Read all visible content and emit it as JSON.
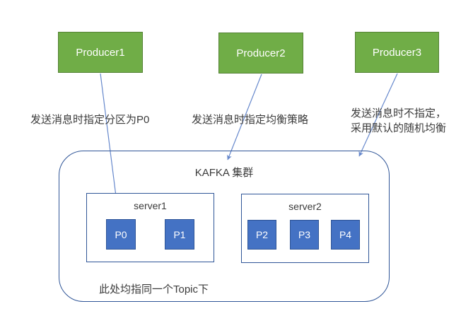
{
  "producers": [
    {
      "label": "Producer1"
    },
    {
      "label": "Producer2"
    },
    {
      "label": "Producer3"
    }
  ],
  "annotations": [
    {
      "text": "发送消息时指定分区为P0"
    },
    {
      "text": "发送消息时指定均衡策略"
    },
    {
      "line1": "发送消息时不指定，",
      "line2": "采用默认的随机均衡"
    }
  ],
  "cluster": {
    "title": "KAFKA 集群",
    "servers": [
      {
        "name": "server1",
        "partitions": [
          "P0",
          "P1"
        ]
      },
      {
        "name": "server2",
        "partitions": [
          "P2",
          "P3",
          "P4"
        ]
      }
    ],
    "note": "此处均指同一个Topic下"
  },
  "icons": {
    "arrow_1": "arrow-producer1-to-p0",
    "arrow_2": "arrow-producer2-to-cluster",
    "arrow_3": "arrow-producer3-to-cluster"
  },
  "colors": {
    "producer_fill": "#70AD47",
    "producer_border": "#548235",
    "partition_fill": "#4472C4",
    "partition_border": "#2F5597",
    "outline_blue": "#2F5597",
    "arrow_blue": "#6688CC",
    "text_dark": "#3B3B3B",
    "text_light": "#FFFFFF"
  }
}
